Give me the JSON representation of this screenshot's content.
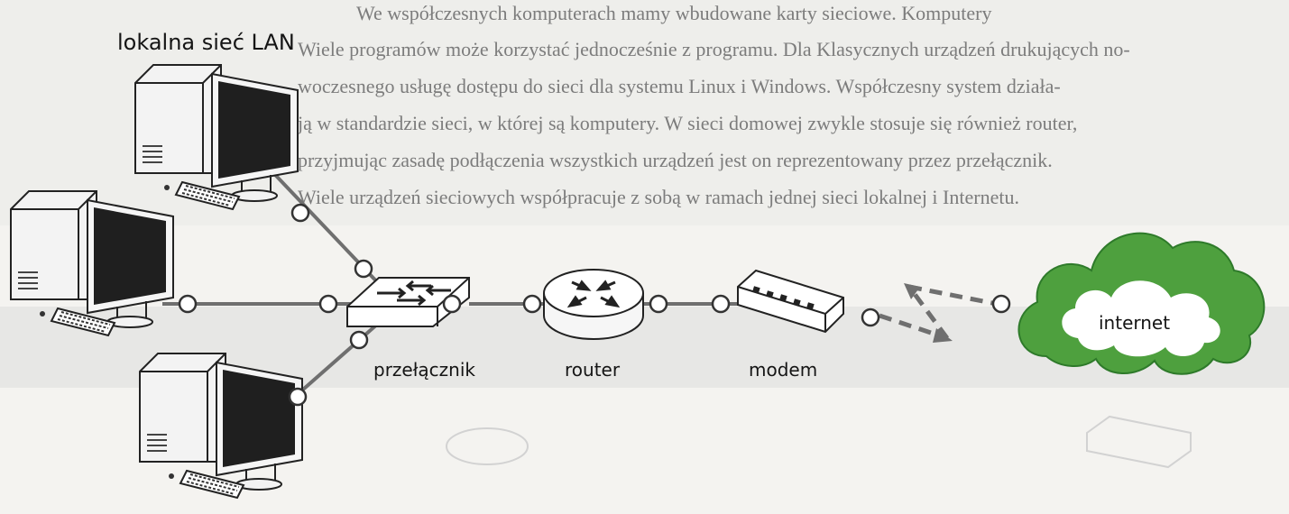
{
  "title": "lokalna sieć LAN",
  "labels": {
    "switch": "przełącznik",
    "router": "router",
    "modem": "modem",
    "internet": "internet"
  },
  "background_text": [
    "We współczesnych komputerach mamy wbudowane karty sieciowe. Komputery",
    "Wiele programów może korzystać jednocześnie z programu. Dla Klasycznych urządzeń drukujących no-",
    "woczesnego usługę dostępu do sieci dla systemu Linux i Windows. Współczesny system działa-",
    "ją w standardzie sieci, w której są komputery. W sieci domowej zwykle stosuje się również router,",
    "przyjmując zasadę podłączenia wszystkich urządzeń jest on reprezentowany przez przełącznik.",
    "Wiele urządzeń sieciowych współpracuje z sobą w ramach jednej sieci lokalnej i Internetu."
  ],
  "colors": {
    "cloud": "#4ea03e",
    "cloud_outline": "#2e7a2a",
    "link": "#6f6f6f",
    "node_fill": "#ffffff",
    "node_stroke": "#333333",
    "screen": "#1f1f1f"
  },
  "icons": [
    "computer-icon",
    "switch-icon",
    "router-icon",
    "modem-icon",
    "cloud-icon"
  ]
}
